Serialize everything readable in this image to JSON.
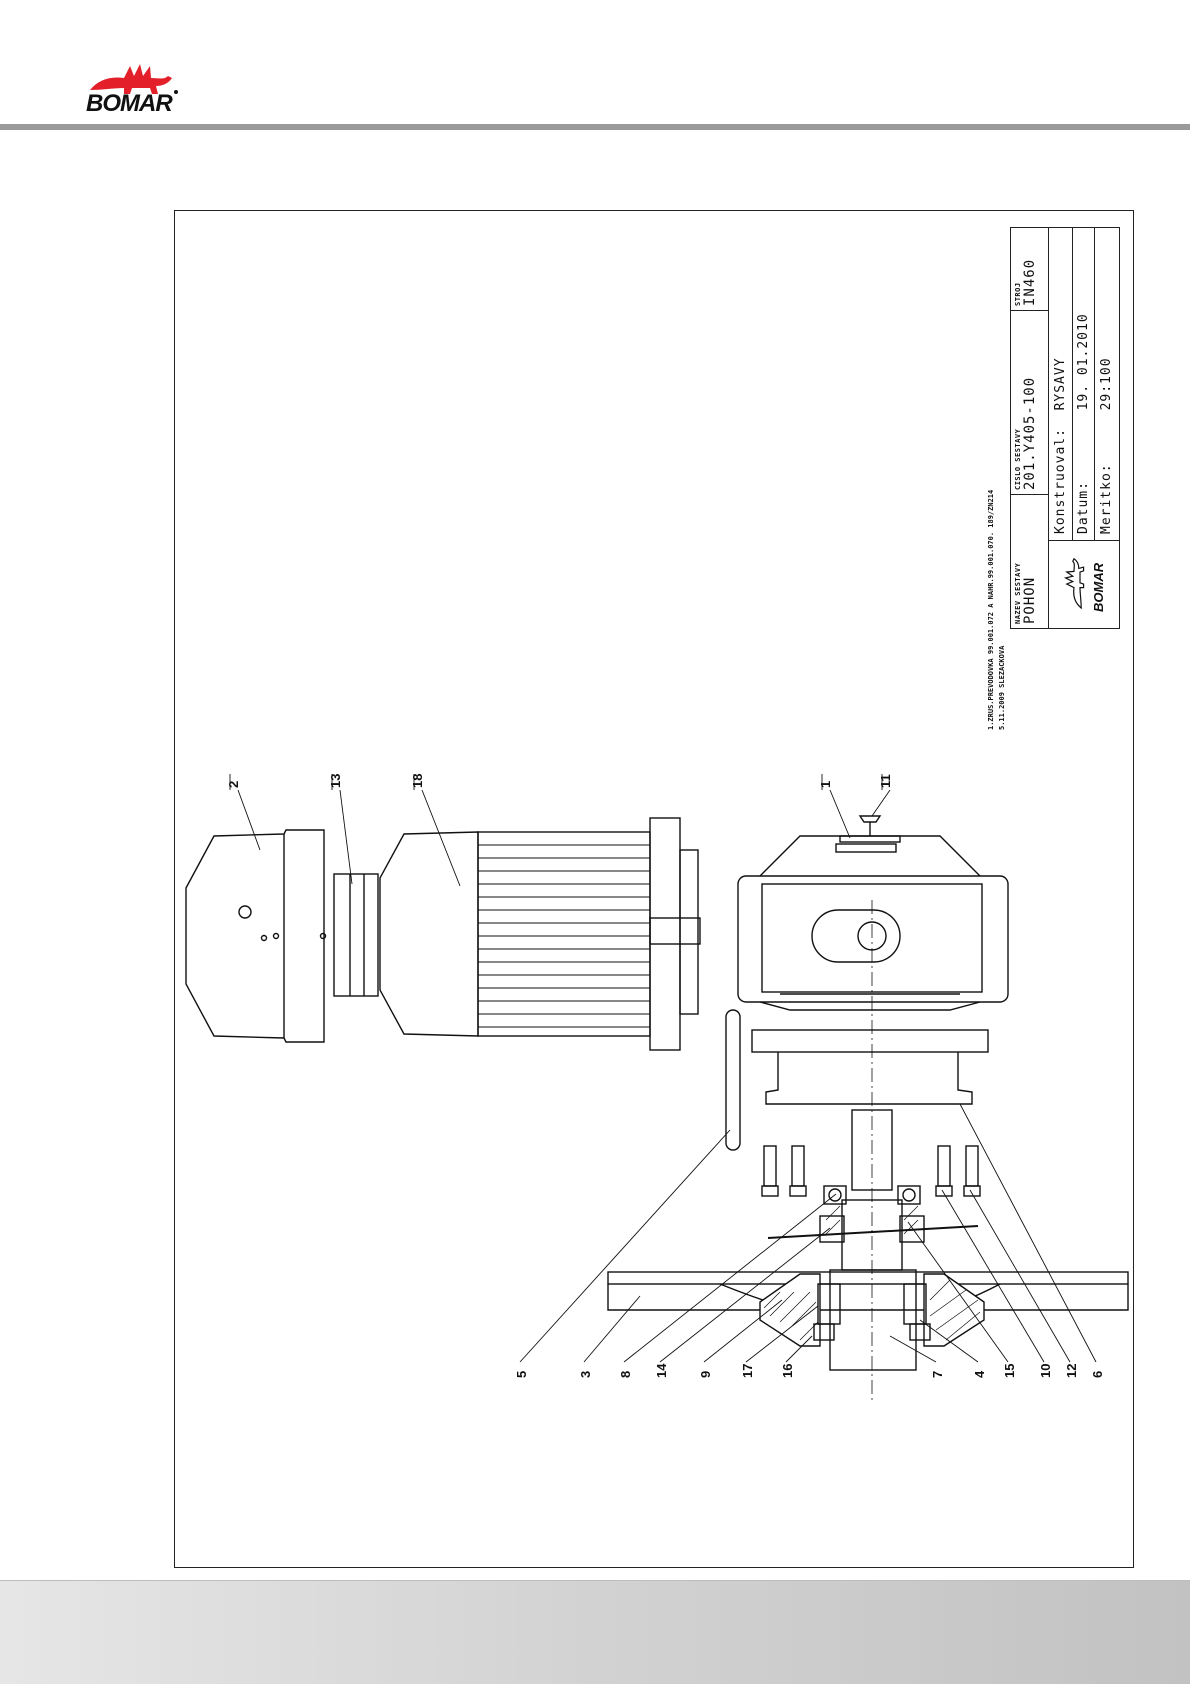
{
  "brand": {
    "logo_text": "BOMAR",
    "logo_color": "#e3202a"
  },
  "title_block": {
    "assembly_name_label": "NAZEV SESTAVY",
    "assembly_name": "POHON",
    "assembly_number_label": "CISLO SESTAVY",
    "assembly_number": "201.Y405-100",
    "machine_label": "STROJ",
    "machine": "IN460",
    "designed_by": "Konstruoval:  RYSAVY",
    "date": "Datum:        19. 01.2010",
    "scale": "Meritko:      29:100",
    "company_logo_text": "BOMAR"
  },
  "notes": {
    "line1": "1.ZRUS.PREVODOVKA 99.001.072 A NAHR.99.001.070. 189/ZN214",
    "line2": "5.11.2009 SLEZACKOVA"
  },
  "part_labels": {
    "top": [
      "2",
      "13",
      "18",
      "1",
      "11"
    ],
    "bottom": [
      "5",
      "3",
      "8",
      "14",
      "9",
      "17",
      "16",
      "7",
      "4",
      "15",
      "10",
      "12",
      "6"
    ]
  }
}
